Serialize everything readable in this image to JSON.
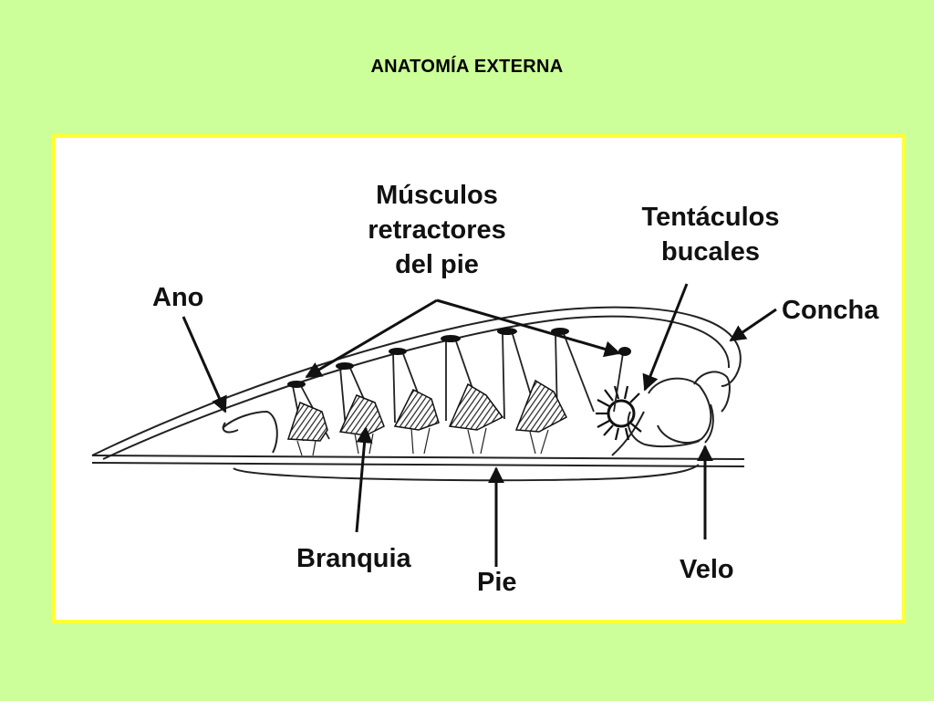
{
  "slide": {
    "title": "ANATOMÍA EXTERNA",
    "background_color": "#ccff99",
    "frame_border_color": "#ffff33"
  },
  "diagram": {
    "labels": {
      "muscles_line1": "Músculos",
      "muscles_line2": "retractores",
      "muscles_line3": "del pie",
      "tentacles_line1": "Tentáculos",
      "tentacles_line2": "bucales",
      "anus": "Ano",
      "shell": "Concha",
      "gill": "Branquia",
      "foot": "Pie",
      "velum": "Velo"
    }
  }
}
